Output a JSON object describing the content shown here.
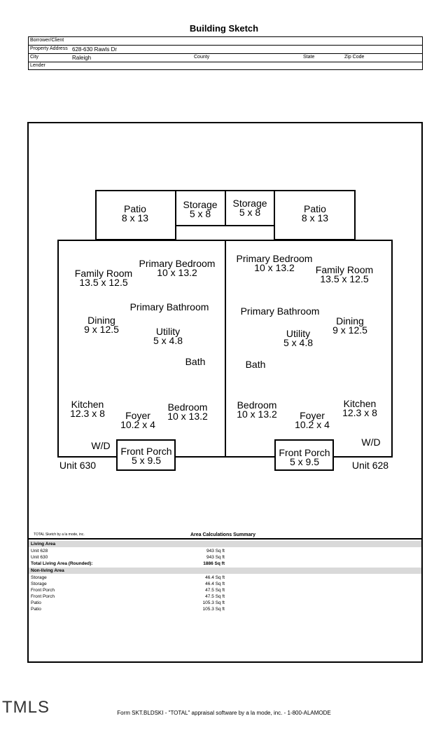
{
  "title": "Building Sketch",
  "header": {
    "borrower_label": "Borrower/Client",
    "address_label": "Property Address",
    "address_value": "628-630 Rawls Dr",
    "city_label": "City",
    "city_value": "Raleigh",
    "county_label": "County",
    "state_label": "State",
    "zip_label": "Zip Code",
    "lender_label": "Lender"
  },
  "rooms": {
    "patio_left": [
      "Patio",
      "8 x 13"
    ],
    "storage_left": [
      "Storage",
      "5 x 8"
    ],
    "storage_right": [
      "Storage",
      "5 x 8"
    ],
    "patio_right": [
      "Patio",
      "8 x 13"
    ],
    "primary_bed_left": [
      "Primary Bedroom",
      "10 x 13.2"
    ],
    "family_left": [
      "Family Room",
      "13.5 x 12.5"
    ],
    "primary_bath_left": "Primary Bathroom",
    "dining_left": [
      "Dining",
      "9 x 12.5"
    ],
    "utility_left": [
      "Utility",
      "5 x 4.8"
    ],
    "bath_left": "Bath",
    "kitchen_left": [
      "Kitchen",
      "12.3 x 8"
    ],
    "foyer_left": [
      "Foyer",
      "10.2 x 4"
    ],
    "bedroom_left": [
      "Bedroom",
      "10 x 13.2"
    ],
    "wd_left": "W/D",
    "porch_left": [
      "Front Porch",
      "5 x 9.5"
    ],
    "unit_left": "Unit 630",
    "primary_bed_right": [
      "Primary Bedroom",
      "10 x 13.2"
    ],
    "family_right": [
      "Family Room",
      "13.5 x 12.5"
    ],
    "primary_bath_right": "Primary Bathroom",
    "dining_right": [
      "Dining",
      "9 x 12.5"
    ],
    "utility_right": [
      "Utility",
      "5 x 4.8"
    ],
    "bath_right": "Bath",
    "bedroom_right": [
      "Bedroom",
      "10 x 13.2"
    ],
    "foyer_right": [
      "Foyer",
      "10.2 x 4"
    ],
    "kitchen_right": [
      "Kitchen",
      "12.3 x 8"
    ],
    "wd_right": "W/D",
    "porch_right": [
      "Front Porch",
      "5 x 9.5"
    ],
    "unit_right": "Unit 628"
  },
  "software_note": "TOTAL Sketch by a la mode, inc.",
  "summary": {
    "title": "Area Calculations Summary",
    "living_label": "Living Area",
    "living_rows": [
      {
        "name": "Unit 628",
        "value": "943 Sq ft",
        "bold": false
      },
      {
        "name": "Unit 630",
        "value": "943 Sq ft",
        "bold": false
      },
      {
        "name": "Total Living Area (Rounded):",
        "value": "1886 Sq ft",
        "bold": true
      }
    ],
    "nonliving_label": "Non-living Area",
    "nonliving_rows": [
      {
        "name": "Storage",
        "value": "46.4 Sq ft"
      },
      {
        "name": "Storage",
        "value": "46.4 Sq ft"
      },
      {
        "name": "Front Porch",
        "value": "47.5 Sq ft"
      },
      {
        "name": "Front Porch",
        "value": "47.5 Sq ft"
      },
      {
        "name": "Patio",
        "value": "105.3 Sq ft"
      },
      {
        "name": "Patio",
        "value": "105.3 Sq ft"
      }
    ]
  },
  "footer": "Form SKT.BLDSKI - \"TOTAL\" appraisal software by a la mode, inc. - 1-800-ALAMODE",
  "logo": "TMLS"
}
